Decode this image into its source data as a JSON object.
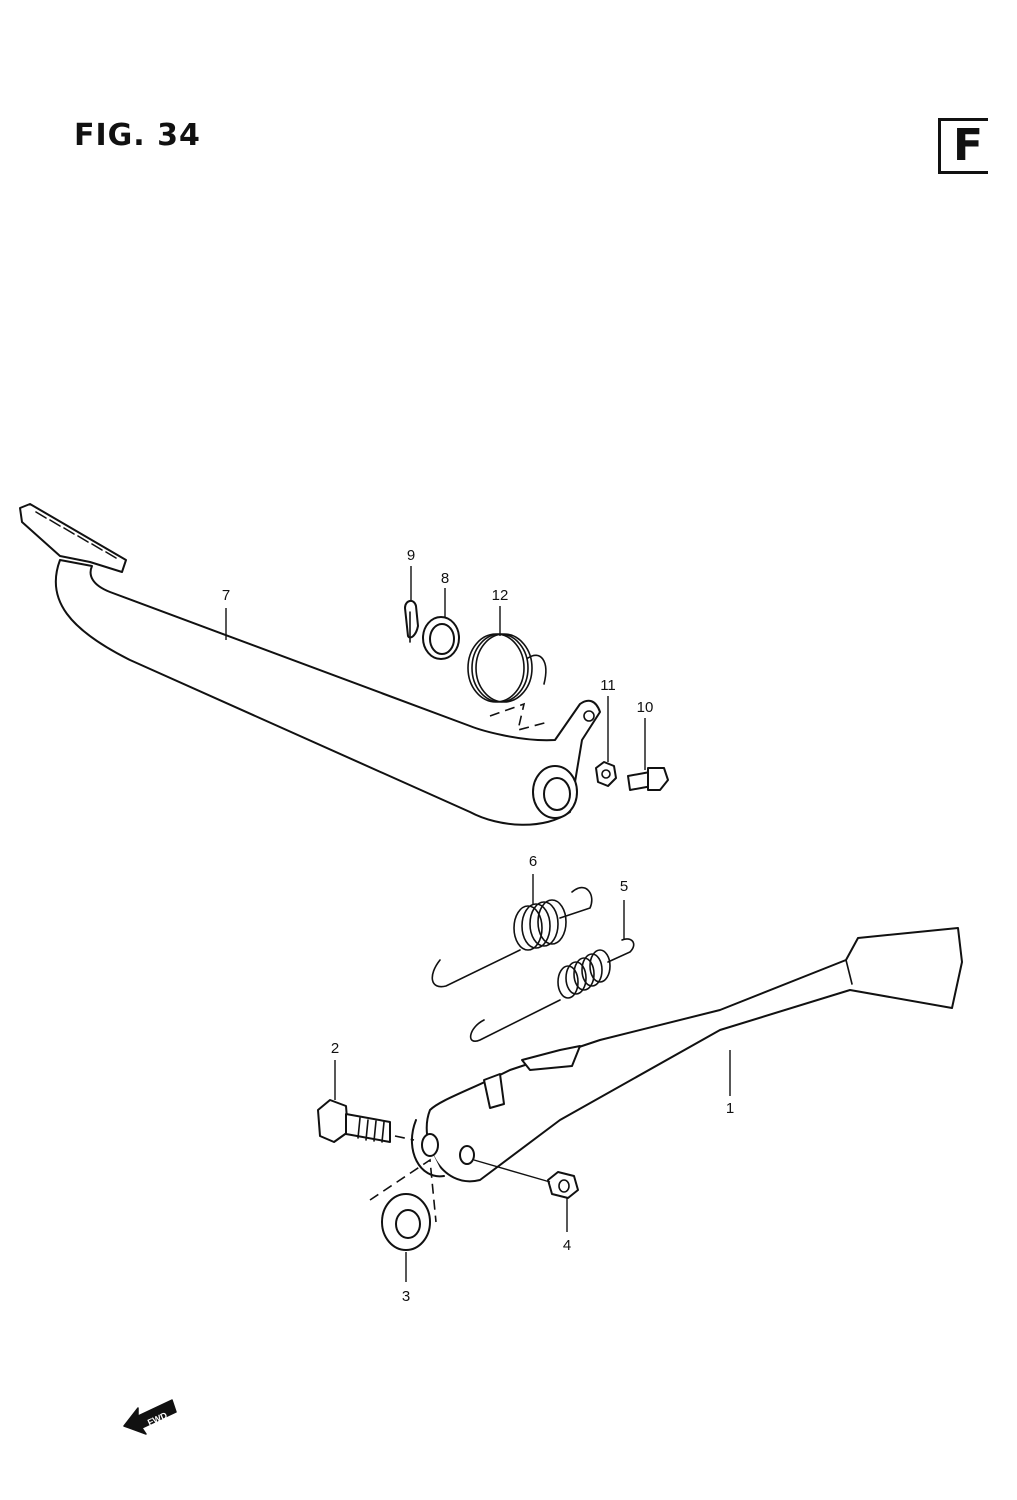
{
  "figure": {
    "title": "FIG. 34",
    "section": "F"
  },
  "callouts": [
    {
      "id": "1",
      "label": "1"
    },
    {
      "id": "2",
      "label": "2"
    },
    {
      "id": "3",
      "label": "3"
    },
    {
      "id": "4",
      "label": "4"
    },
    {
      "id": "5",
      "label": "5"
    },
    {
      "id": "6",
      "label": "6"
    },
    {
      "id": "7",
      "label": "7"
    },
    {
      "id": "8",
      "label": "8"
    },
    {
      "id": "9",
      "label": "9"
    },
    {
      "id": "10",
      "label": "10"
    },
    {
      "id": "11",
      "label": "11"
    },
    {
      "id": "12",
      "label": "12"
    }
  ],
  "direction_marker": {
    "label": "FWD",
    "icon": "forward-arrow-icon"
  }
}
